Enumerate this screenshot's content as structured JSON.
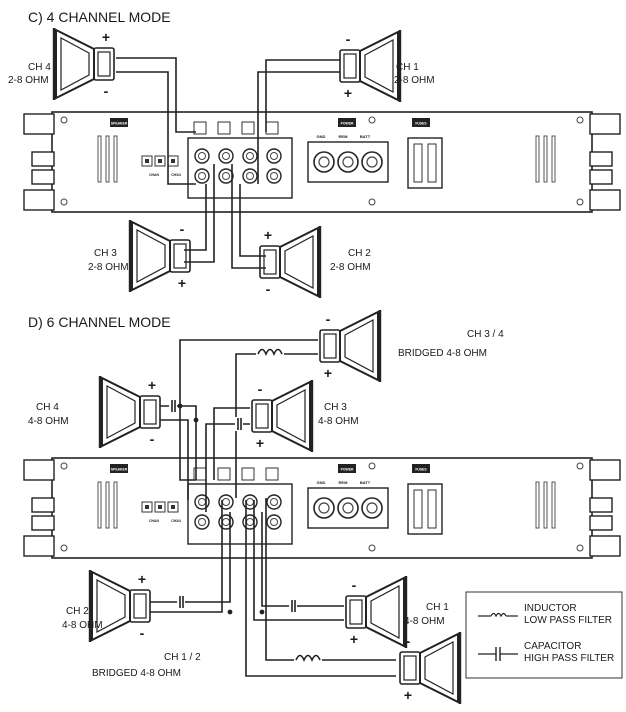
{
  "section_c": {
    "title": "C) 4 CHANNEL MODE",
    "ch4": {
      "name": "CH 4",
      "ohm": "2-8 OHM"
    },
    "ch1": {
      "name": "CH 1",
      "ohm": "2-8 OHM"
    },
    "ch3": {
      "name": "CH 3",
      "ohm": "2-8 OHM"
    },
    "ch2": {
      "name": "CH 2",
      "ohm": "2-8 OHM"
    }
  },
  "section_d": {
    "title": "D)  6 CHANNEL MODE",
    "ch34": {
      "name": "CH 3 / 4",
      "ohm": "BRIDGED 4-8 OHM"
    },
    "ch4": {
      "name": "CH 4",
      "ohm": "4-8 OHM"
    },
    "ch3": {
      "name": "CH 3",
      "ohm": "4-8 OHM"
    },
    "ch2": {
      "name": "CH 2",
      "ohm": "4-8 OHM"
    },
    "ch1": {
      "name": "CH 1",
      "ohm": "4-8 OHM"
    },
    "ch12": {
      "name": "CH 1 / 2",
      "ohm": "BRIDGED 4-8 OHM"
    }
  },
  "amp": {
    "speaker_label": "SPEAKER",
    "power_label": "POWER",
    "fuses_label": "FUSES",
    "terminals": [
      "GND",
      "REM",
      "BATT"
    ],
    "switch_labels": [
      "CHAN\nBRIDGED",
      "CH3/4\nBRIDGED"
    ]
  },
  "legend": {
    "inductor_name": "INDUCTOR",
    "inductor_desc": "LOW PASS FILTER",
    "capacitor_name": "CAPACITOR",
    "capacitor_desc": "HIGH PASS FILTER"
  },
  "symbols": {
    "plus": "+",
    "minus": "-"
  }
}
